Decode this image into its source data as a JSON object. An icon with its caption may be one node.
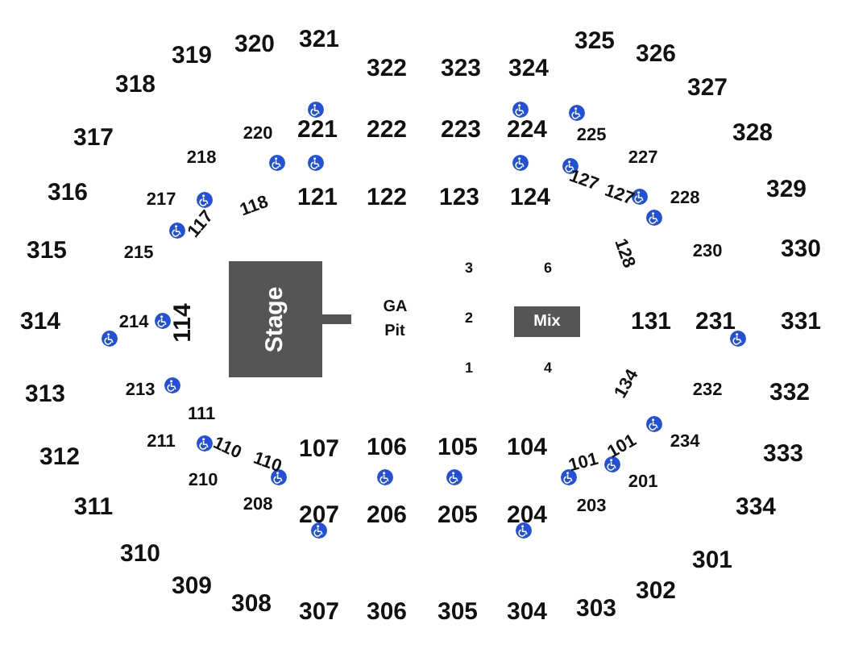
{
  "diagram": {
    "nodes": [
      {
        "text": [
          "Stage"
        ]
      },
      {
        "text": [
          "Mix"
        ]
      }
    ],
    "labels": [
      "320",
      "321",
      "325",
      "319",
      "326",
      "322",
      "323",
      "324",
      "318",
      "327",
      "317",
      "220",
      "221",
      "222",
      "223",
      "224",
      "225",
      "328",
      "218",
      "227",
      "316",
      "217",
      "118",
      "121",
      "122",
      "123",
      "124",
      "127",
      "127",
      "228",
      "329",
      "117",
      "315",
      "215",
      "128",
      "230",
      "330",
      "3",
      "6",
      "GA Pit",
      "314",
      "214",
      "114",
      "2",
      "131",
      "231",
      "331",
      "1",
      "4",
      "134",
      "313",
      "213",
      "232",
      "332",
      "111",
      "312",
      "211",
      "110",
      "110",
      "107",
      "106",
      "105",
      "104",
      "101",
      "101",
      "234",
      "333",
      "210",
      "201",
      "311",
      "208",
      "207",
      "206",
      "205",
      "204",
      "203",
      "334",
      "310",
      "301",
      "309",
      "302",
      "308",
      "307",
      "306",
      "305",
      "304",
      "303"
    ]
  }
}
